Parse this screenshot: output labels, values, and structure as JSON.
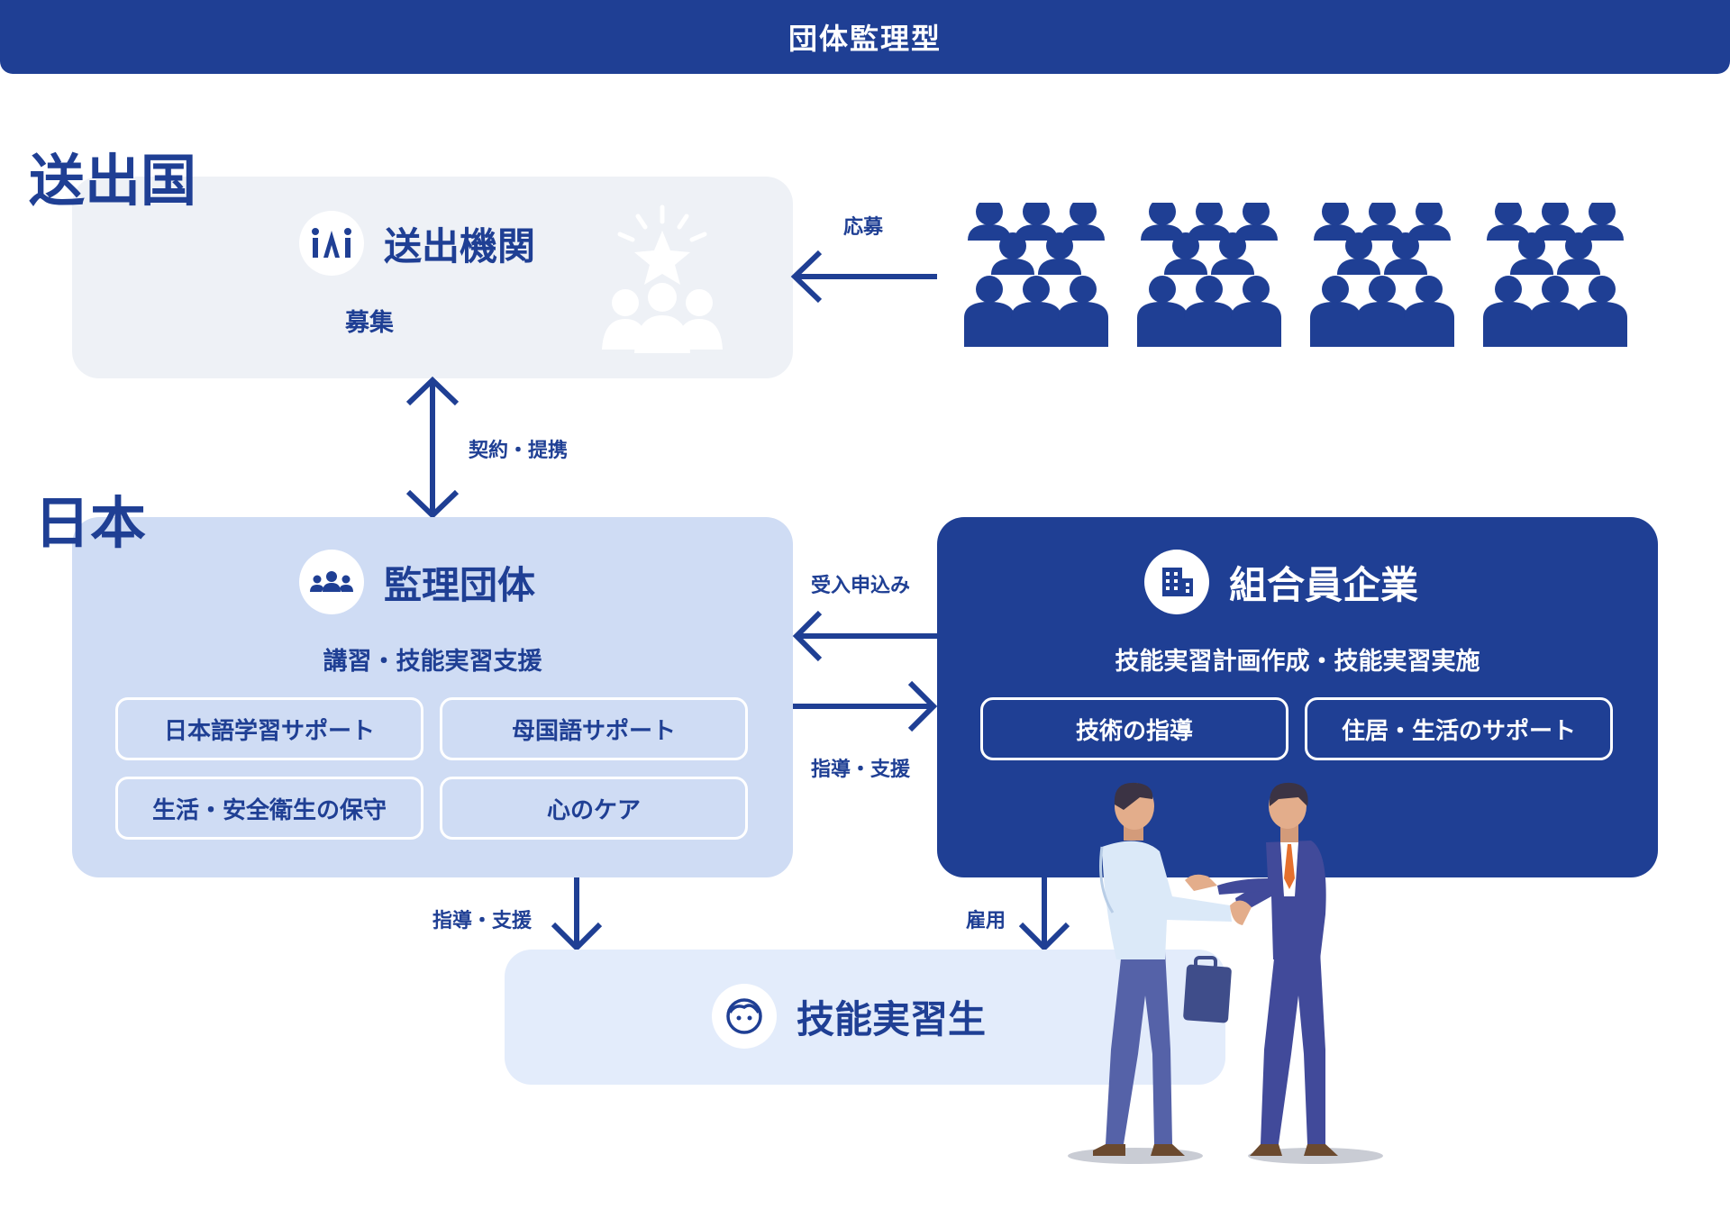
{
  "header": {
    "title": "団体監理型"
  },
  "regions": {
    "sending_country": "送出国",
    "japan": "日本"
  },
  "sending_org": {
    "title": "送出機関",
    "subtitle": "募集"
  },
  "supervising_org": {
    "title": "監理団体",
    "subtitle": "講習・技能実習支援",
    "items": [
      "日本語学習サポート",
      "母国語サポート",
      "生活・安全衛生の保守",
      "心のケア"
    ]
  },
  "member_company": {
    "title": "組合員企業",
    "subtitle": "技能実習計画作成・技能実習実施",
    "items": [
      "技術の指導",
      "住居・生活のサポート"
    ]
  },
  "trainee": {
    "title": "技能実習生"
  },
  "flows": {
    "apply": "応募",
    "contract": "契約・提携",
    "accept_application": "受入申込み",
    "guidance_support_right": "指導・支援",
    "guidance_support_down": "指導・支援",
    "employment": "雇用"
  },
  "colors": {
    "primary": "#1f3f94",
    "light_gray_box": "#eef1f6",
    "light_blue_box": "#cfdcf4",
    "trainee_box": "#e3ecfb"
  }
}
